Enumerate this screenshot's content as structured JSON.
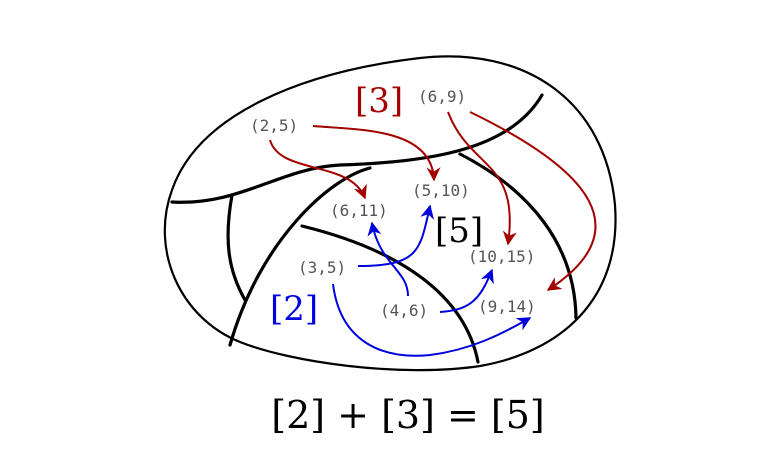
{
  "colors": {
    "red": "#a30000",
    "blue": "#0000dd",
    "black": "#000000",
    "label_gray": "#555555"
  },
  "class_labels": {
    "red": "[3]",
    "blue": "[2]",
    "black": "[5]"
  },
  "pairs": {
    "p25": "(2,5)",
    "p69": "(6,9)",
    "p510": "(5,10)",
    "p611": "(6,11)",
    "p35": "(3,5)",
    "p1015": "(10,15)",
    "p46": "(4,6)",
    "p914": "(9,14)"
  },
  "equation": "[2] + [3] = [5]"
}
